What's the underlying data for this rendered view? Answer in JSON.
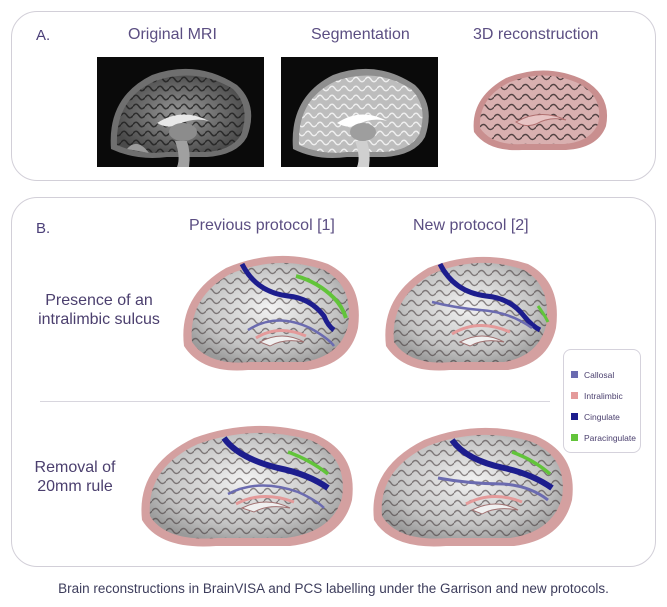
{
  "panel_a": {
    "label": "A.",
    "headers": [
      "Original MRI",
      "Segmentation",
      "3D reconstruction"
    ]
  },
  "panel_b": {
    "label": "B.",
    "headers": [
      "Previous protocol [1]",
      "New protocol [2]"
    ],
    "rows": [
      {
        "label_line1": "Presence of an",
        "label_line2": "intralimbic sulcus"
      },
      {
        "label_line1": "Removal of",
        "label_line2": "20mm rule"
      }
    ]
  },
  "legend": {
    "items": [
      {
        "label": "Callosal",
        "color": "#6b6bb0"
      },
      {
        "label": "Intralimbic",
        "color": "#e49a9a"
      },
      {
        "label": "Cingulate",
        "color": "#1d1d8e"
      },
      {
        "label": "Paracingulate",
        "color": "#62c43a"
      }
    ]
  },
  "caption": "Brain reconstructions in BrainVISA and PCS labelling under the Garrison and new protocols.",
  "colors": {
    "panel_border": "#d2cfd8",
    "cortex_gray": "#c8c8c8",
    "sulcus_dark": "#4a3c3c",
    "pink_surface": "#d9a6a6"
  }
}
